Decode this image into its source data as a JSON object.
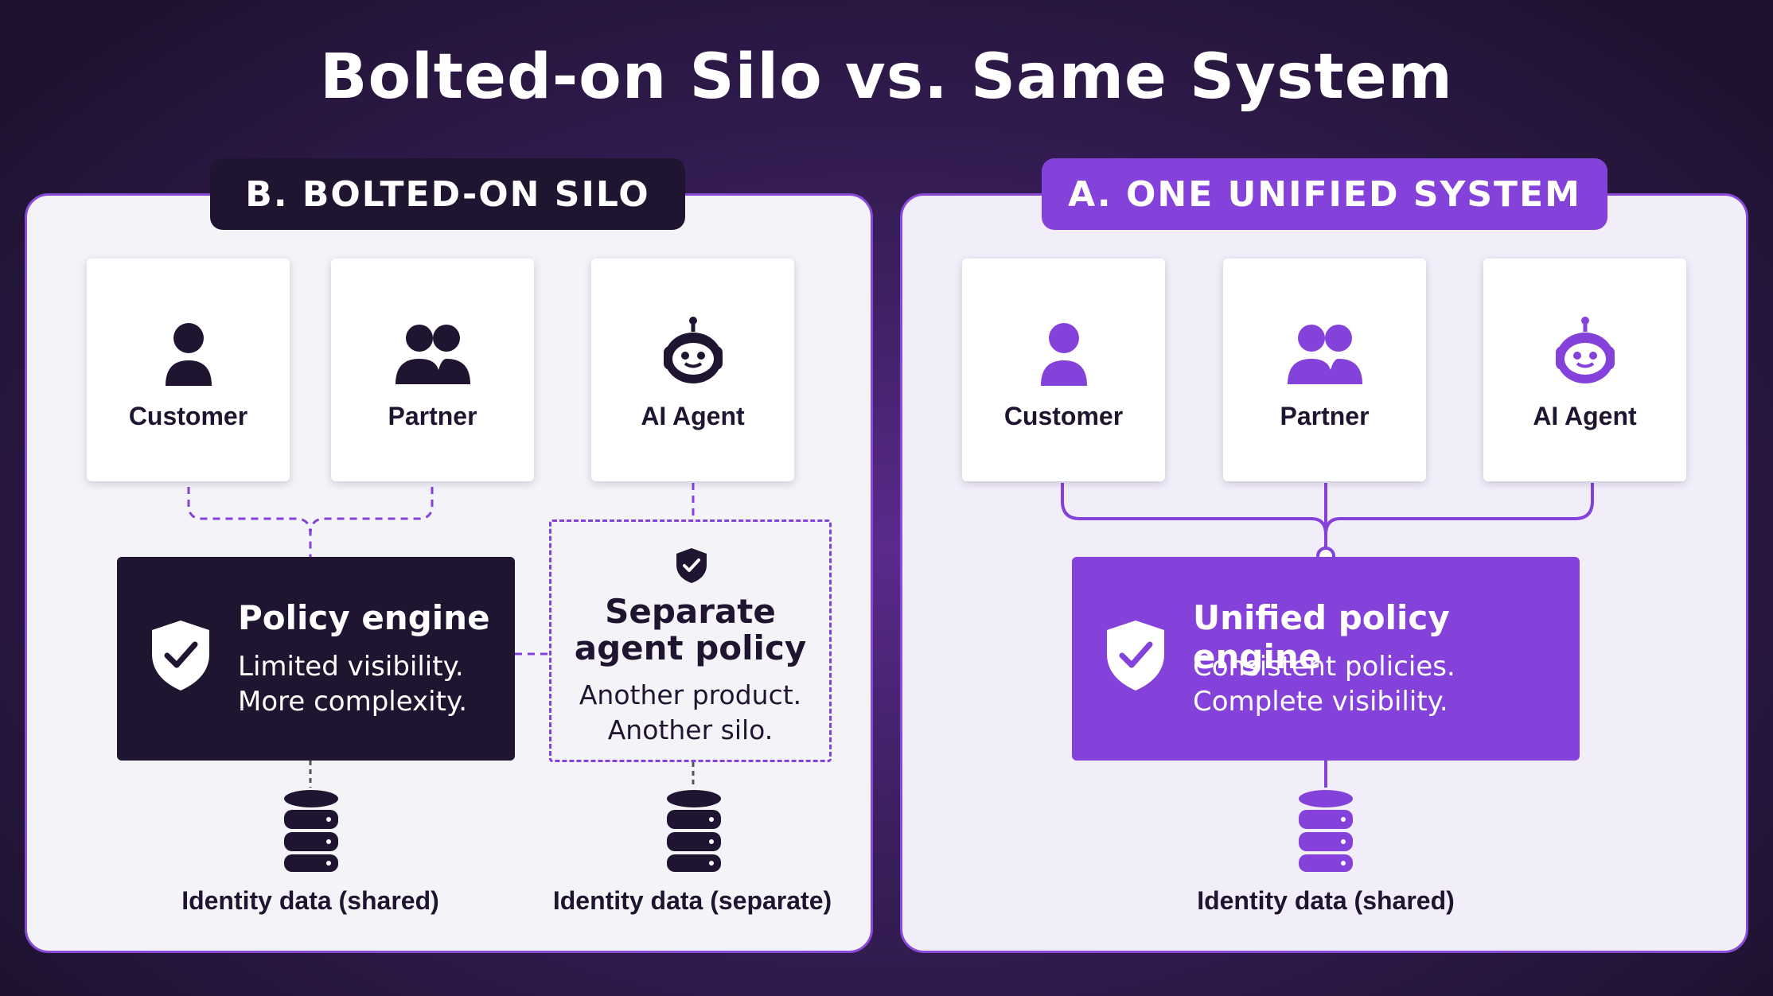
{
  "title": "Bolted-on Silo vs. Same System",
  "left_panel": {
    "tab_label": "B. BOLTED-ON SILO",
    "cards": [
      {
        "label": "Customer",
        "icon": "person-icon"
      },
      {
        "label": "Partner",
        "icon": "two-people-icon"
      },
      {
        "label": "AI Agent",
        "icon": "robot-icon"
      }
    ],
    "engine": {
      "title": "Policy engine",
      "line1": "Limited visibility.",
      "line2": "More complexity."
    },
    "separate": {
      "title_line1": "Separate",
      "title_line2": "agent policy",
      "line1": "Another product.",
      "line2": "Another silo."
    },
    "db_shared_label": "Identity data (shared)",
    "db_separate_label": "Identity data (separate)"
  },
  "right_panel": {
    "tab_label": "A. ONE UNIFIED SYSTEM",
    "cards": [
      {
        "label": "Customer",
        "icon": "person-icon"
      },
      {
        "label": "Partner",
        "icon": "two-people-icon"
      },
      {
        "label": "AI Agent",
        "icon": "robot-icon"
      }
    ],
    "engine": {
      "title": "Unified policy engine",
      "line1": "Consistent policies.",
      "line2": "Complete visibility."
    },
    "db_label": "Identity data (shared)"
  },
  "colors": {
    "dark": "#1f1530",
    "purple": "#8542db",
    "background": "#2a1a40"
  }
}
